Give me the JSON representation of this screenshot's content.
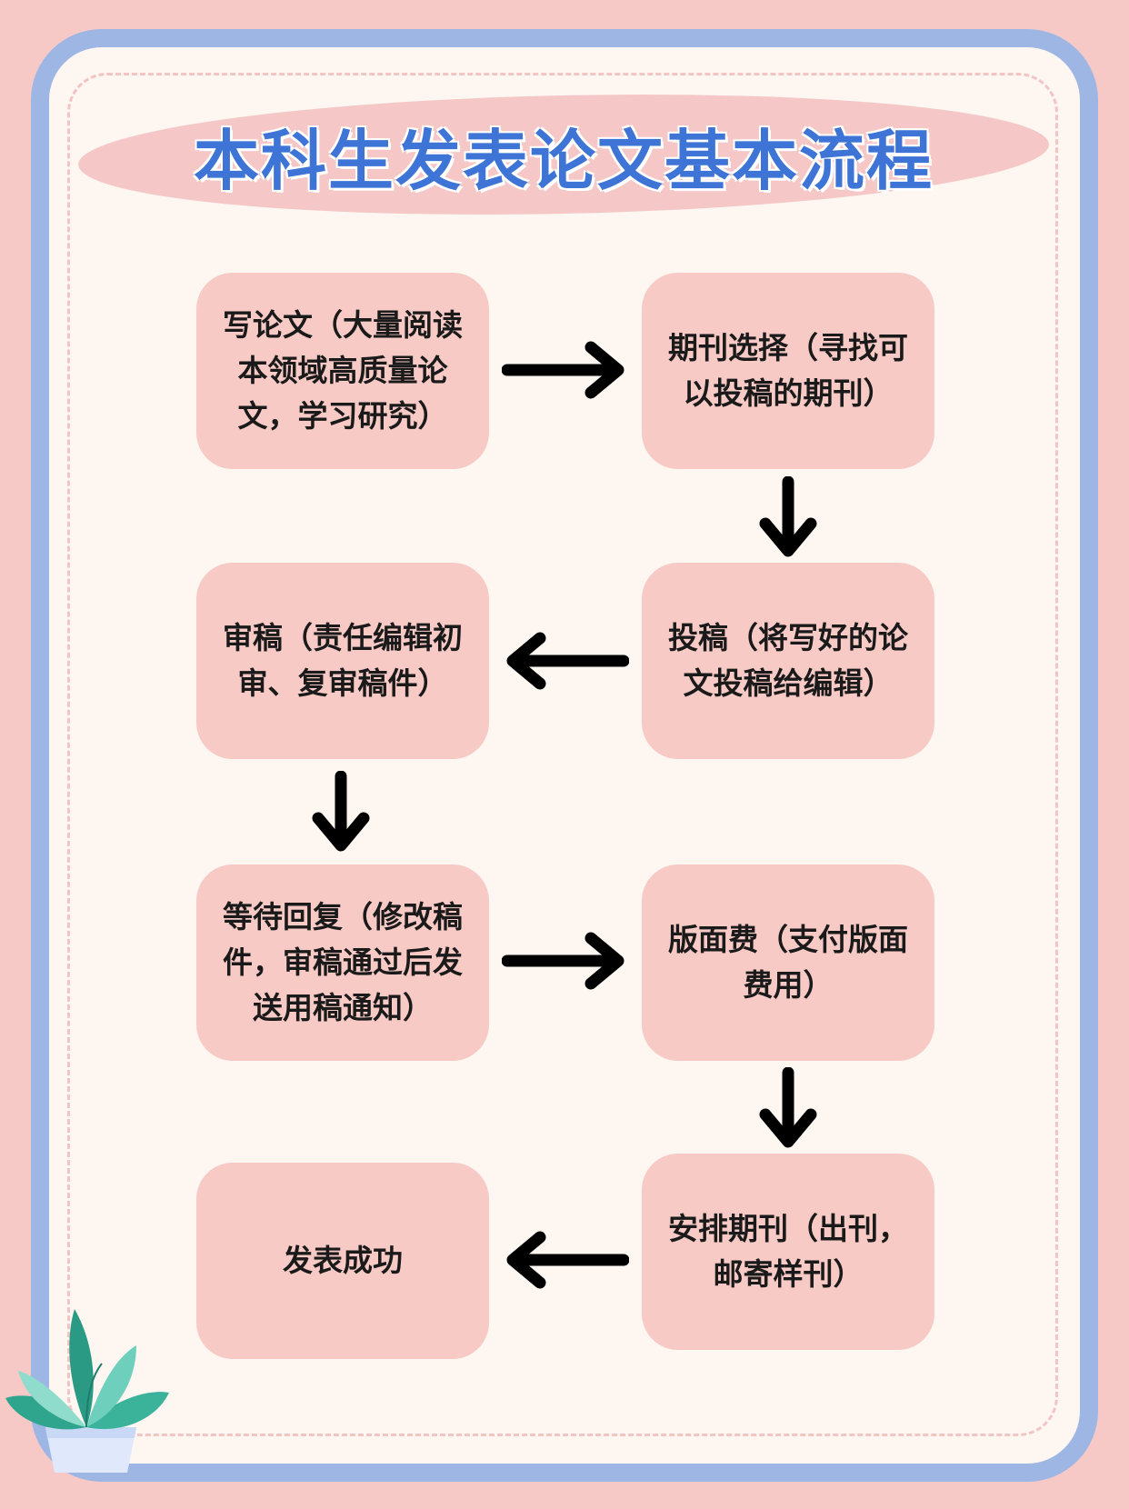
{
  "title": "本科生发表论文基本流程",
  "steps": [
    {
      "text": "写论文（大量阅读本领域高质量论文，学习研究）"
    },
    {
      "text": "期刊选择（寻找可以投稿的期刊）"
    },
    {
      "text": "投稿（将写好的论文投稿给编辑）"
    },
    {
      "text": "审稿（责任编辑初审、复审稿件）"
    },
    {
      "text": "等待回复（修改稿件，审稿通过后发送用稿通知）"
    },
    {
      "text": "版面费（支付版面费用）"
    },
    {
      "text": "安排期刊（出刊，邮寄样刊）"
    },
    {
      "text": "发表成功"
    }
  ],
  "colors": {
    "background": "#f6c8c6",
    "frame": "#9db6e4",
    "card": "#fdf6f1",
    "box": "#f7cac6",
    "title": "#3e74d6",
    "arrow": "#000000",
    "plant": "#2fa58e"
  }
}
